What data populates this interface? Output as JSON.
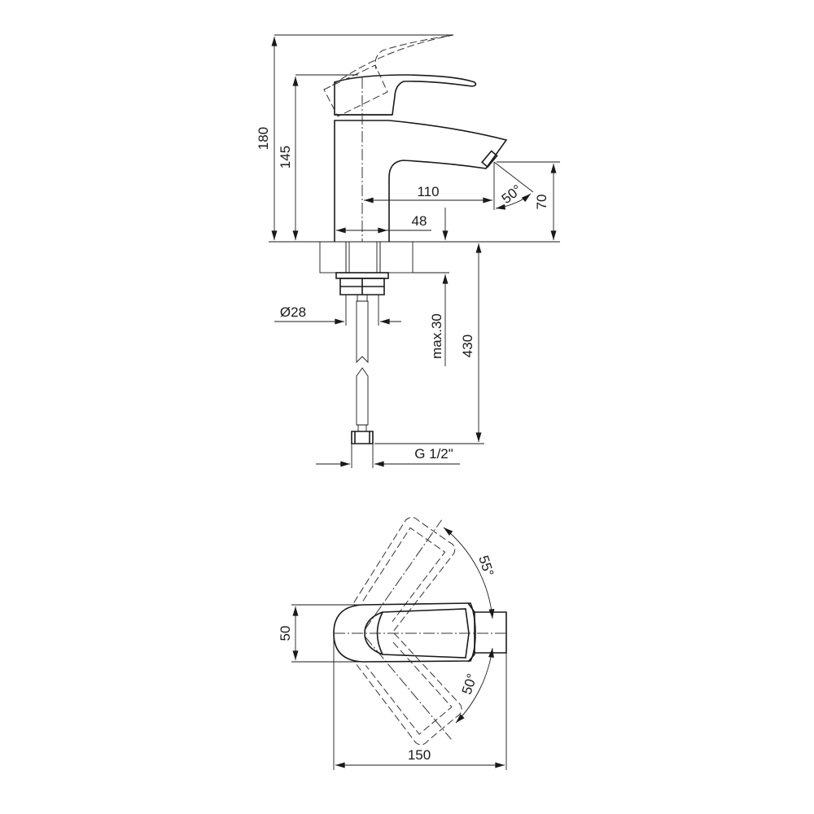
{
  "side_view": {
    "dim_total_height": "180",
    "dim_handle_height": "145",
    "dim_spout_reach": "110",
    "dim_spout_angle": "50°",
    "dim_spout_height": "70",
    "dim_body_width": "48",
    "dim_hose_diameter": "Ø28",
    "dim_max_counter": "max.30",
    "dim_hose_length": "430",
    "dim_thread": "G 1/2\""
  },
  "top_view": {
    "dim_width": "50",
    "dim_length": "150",
    "dim_rotation_left": "55°",
    "dim_rotation_right": "50°"
  }
}
